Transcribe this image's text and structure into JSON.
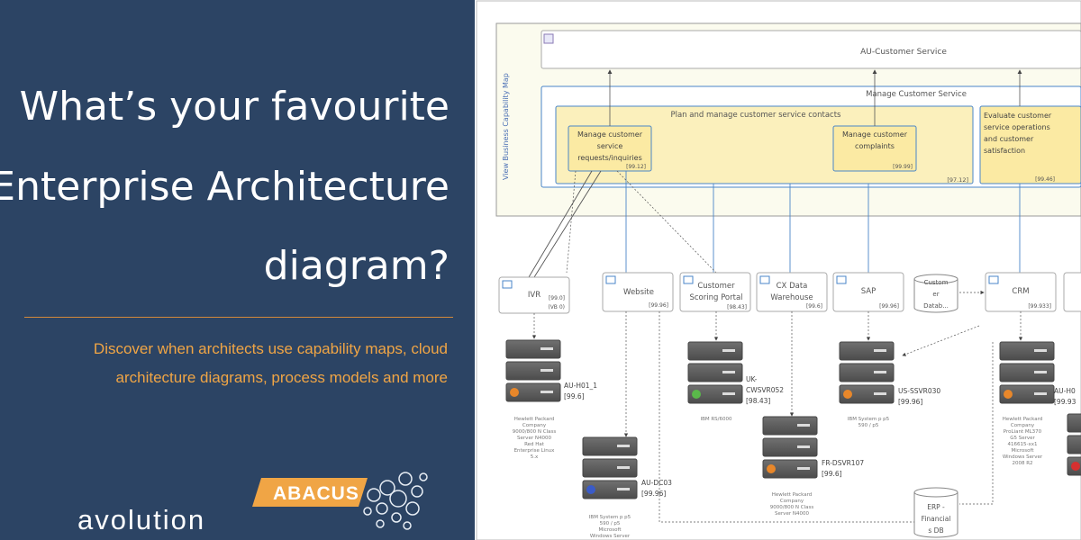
{
  "headline": {
    "line1": "What’s your favourite",
    "line2": "Enterprise Architecture",
    "line3": "diagram?"
  },
  "subtitle": {
    "line1": "Discover when architects use capability maps, cloud",
    "line2": "architecture diagrams, process models and more"
  },
  "brand": {
    "name": "avolution",
    "product": "ABACUS"
  },
  "colors": {
    "background": "#2c4464",
    "accent_orange": "#f0a545",
    "capability_yellow": "#fbf0bc",
    "frame_blue": "#4a86c8"
  },
  "diagram": {
    "map_title": "View Business Capability Map",
    "top_box": "AU-Customer Service",
    "manage": "Manage Customer Service",
    "plan": "Plan and manage customer service contacts",
    "plan_score": "[97.12]",
    "cap1": {
      "l1": "Manage customer",
      "l2": "service",
      "l3": "requests/inquiries",
      "score": "[99.12]"
    },
    "cap2": {
      "l1": "Manage customer",
      "l2": "complaints",
      "score": "[99.99]"
    },
    "cap3": {
      "l1": "Evaluate customer",
      "l2": "service operations",
      "l3": "and customer",
      "l4": "satisfaction",
      "score": "[99.46]"
    },
    "apps": {
      "ivr": {
        "name": "IVR",
        "s1": "[99.0]",
        "s2": "(VB 0)"
      },
      "website": {
        "name": "Website",
        "score": "[99.96]"
      },
      "scoring": {
        "l1": "Customer",
        "l2": "Scoring Portal",
        "score": "[98.43]"
      },
      "cx": {
        "l1": "CX Data",
        "l2": "Warehouse",
        "score": "[99.6]"
      },
      "sap": {
        "name": "SAP",
        "score": "[99.96]"
      },
      "custdb": {
        "l1": "Custom",
        "l2": "er",
        "l3": "Datab..."
      },
      "crm": {
        "name": "CRM",
        "score": "[99.933]"
      }
    },
    "servers": {
      "au_h01": {
        "name": "AU-H01_1",
        "score": "[99.6]",
        "d1": "Hewlett Packard",
        "d2": "Company",
        "d3": "9000/800 N Class",
        "d4": "Server N4000",
        "d5": "Red Hat",
        "d6": "Enterprise Linux",
        "d7": "5.x"
      },
      "uk": {
        "name": "UK-",
        "name2": "CWSVR052",
        "score": "[98.43]",
        "d1": "IBM RS/6000"
      },
      "us": {
        "name": "US-SSVR030",
        "score": "[99.96]",
        "d1": "IBM System p p5",
        "d2": "590 / p5"
      },
      "au_dc03": {
        "name": "AU-DC03",
        "score": "[99.96]",
        "d1": "IBM System p p5",
        "d2": "590 / p5",
        "d3": "Microsoft",
        "d4": "Windows Server"
      },
      "fr": {
        "name": "FR-DSVR107",
        "score": "[99.6]",
        "d1": "Hewlett Packard",
        "d2": "Company",
        "d3": "9000/800 N Class",
        "d4": "Server N4000"
      },
      "au_h_right": {
        "name": "AU-H0",
        "score": "[99.93",
        "d1": "Hewlett Packard",
        "d2": "Company",
        "d3": "ProLiant ML370",
        "d4": "G5 Server",
        "d5": "416615-xx1",
        "d6": "Microsoft",
        "d7": "Windows Server",
        "d8": "2008 R2"
      }
    },
    "erp": {
      "l1": "ERP -",
      "l2": "Financial",
      "l3": "s DB"
    }
  }
}
